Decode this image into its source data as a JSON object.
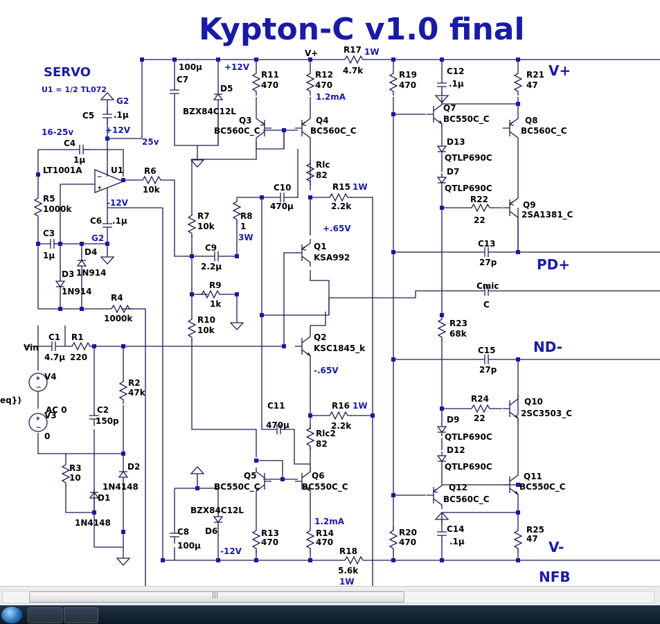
{
  "window": {
    "title": "Kypton-C v1.0 final"
  },
  "notes": {
    "servo_title": "SERVO",
    "servo_note": "U1 = 1/2 TL072",
    "supply_range": "16-25v",
    "net_25v": "25v",
    "pos12_a": "+12V",
    "pos12_b": "+12V",
    "neg12_a": "-12V",
    "neg12_b": "-12V",
    "g2_a": "G2",
    "g2_b": "G2",
    "vplus_top": "V+",
    "cur_1": "1.2mA",
    "cur_2": "1.2mA",
    "v_pos065": "+.65V",
    "v_neg065": "-.65V",
    "w_r17": "1W",
    "w_r15": "1W",
    "w_r16": "1W",
    "w_r18": "1W",
    "w_r8": "3W",
    "src_fragment": "eq})"
  },
  "rails": {
    "vplus": "V+",
    "pdplus": "PD+",
    "ndminus": "ND-",
    "vminus": "V-",
    "nfb": "NFB"
  },
  "components": {
    "c5": {
      "ref": "C5",
      "value": ".1µ"
    },
    "c4": {
      "ref": "C4",
      "value": "1µ"
    },
    "u1": {
      "ref": "U1",
      "value": "LT1001A"
    },
    "r5": {
      "ref": "R5",
      "value": "1000k"
    },
    "r6": {
      "ref": "R6",
      "value": "10k"
    },
    "c6": {
      "ref": "C6",
      "value": ".1µ"
    },
    "c3": {
      "ref": "C3",
      "value": "1µ"
    },
    "d4": {
      "ref": "D4",
      "value": "1N914"
    },
    "d3": {
      "ref": "D3",
      "value": "1N914"
    },
    "r4": {
      "ref": "R4",
      "value": "1000k"
    },
    "c7": {
      "ref": "C7",
      "value": "100µ"
    },
    "d5": {
      "ref": "D5",
      "value": "BZX84C12L"
    },
    "r11": {
      "ref": "R11",
      "value": "470"
    },
    "r12": {
      "ref": "R12",
      "value": "470"
    },
    "q3": {
      "ref": "Q3",
      "value": "BC560C_C"
    },
    "q4": {
      "ref": "Q4",
      "value": "BC560C_C"
    },
    "r17": {
      "ref": "R17",
      "value": "4.7k"
    },
    "rlc": {
      "ref": "Rlc",
      "value": "82"
    },
    "c10": {
      "ref": "C10",
      "value": "470µ"
    },
    "r15": {
      "ref": "R15",
      "value": "2.2k"
    },
    "r7": {
      "ref": "R7",
      "value": "10k"
    },
    "r8": {
      "ref": "R8",
      "value": "1"
    },
    "c9": {
      "ref": "C9",
      "value": "2.2µ"
    },
    "r9": {
      "ref": "R9",
      "value": "1k"
    },
    "r10": {
      "ref": "R10",
      "value": "10k"
    },
    "q1": {
      "ref": "Q1",
      "value": "KSA992"
    },
    "q2": {
      "ref": "Q2",
      "value": "KSC1845_k"
    },
    "c1": {
      "ref": "C1",
      "value": "4.7µ"
    },
    "r1": {
      "ref": "R1",
      "value": "220"
    },
    "vin": {
      "ref": "Vin"
    },
    "v4": {
      "ref": "V4"
    },
    "v3": {
      "ref": "V3",
      "value": "AC 0",
      "value2": "0"
    },
    "c2": {
      "ref": "C2",
      "value": "150p"
    },
    "r2": {
      "ref": "R2",
      "value": "47k"
    },
    "r3": {
      "ref": "R3",
      "value": "10"
    },
    "d2": {
      "ref": "D2",
      "value": "1N4148"
    },
    "d1": {
      "ref": "D1",
      "value": "1N4148"
    },
    "c11": {
      "ref": "C11",
      "value": "470µ"
    },
    "r16": {
      "ref": "R16",
      "value": "2.2k"
    },
    "rlc2": {
      "ref": "Rlc2",
      "value": "82"
    },
    "q5": {
      "ref": "Q5",
      "value": "BC550C_C"
    },
    "q6": {
      "ref": "Q6",
      "value": "BC550C_C"
    },
    "d6": {
      "ref": "D6",
      "value": "BZX84C12L"
    },
    "c8": {
      "ref": "C8",
      "value": "100µ"
    },
    "r13": {
      "ref": "R13",
      "value": "470"
    },
    "r14": {
      "ref": "R14",
      "value": "470"
    },
    "r18": {
      "ref": "R18",
      "value": "5.6k"
    },
    "r19": {
      "ref": "R19",
      "value": "470"
    },
    "r20": {
      "ref": "R20",
      "value": "470"
    },
    "c12": {
      "ref": "C12",
      "value": ".1µ"
    },
    "c14": {
      "ref": "C14",
      "value": ".1µ"
    },
    "q7": {
      "ref": "Q7",
      "value": "BC550C_C"
    },
    "q8": {
      "ref": "Q8",
      "value": "BC560C_C"
    },
    "r21": {
      "ref": "R21",
      "value": "47"
    },
    "d13": {
      "ref": "D13",
      "value": "QTLP690C"
    },
    "d7": {
      "ref": "D7",
      "value": "QTLP690C"
    },
    "r22": {
      "ref": "R22",
      "value": "22"
    },
    "q9": {
      "ref": "Q9",
      "value": "2SA1381_C"
    },
    "c13": {
      "ref": "C13",
      "value": "27p"
    },
    "cmic": {
      "ref": "Cmic",
      "value": "C"
    },
    "r23": {
      "ref": "R23",
      "value": "68k"
    },
    "c15": {
      "ref": "C15",
      "value": "27p"
    },
    "r24": {
      "ref": "R24",
      "value": "22"
    },
    "q10": {
      "ref": "Q10",
      "value": "2SC3503_C"
    },
    "d9": {
      "ref": "D9",
      "value": "QTLP690C"
    },
    "d12": {
      "ref": "D12",
      "value": "QTLP690C"
    },
    "q12": {
      "ref": "Q12",
      "value": "BC560C_C"
    },
    "q11": {
      "ref": "Q11",
      "value": "BC550C_C"
    },
    "r25": {
      "ref": "R25",
      "value": "47"
    }
  },
  "scrollbar": {
    "grip": "|||"
  }
}
